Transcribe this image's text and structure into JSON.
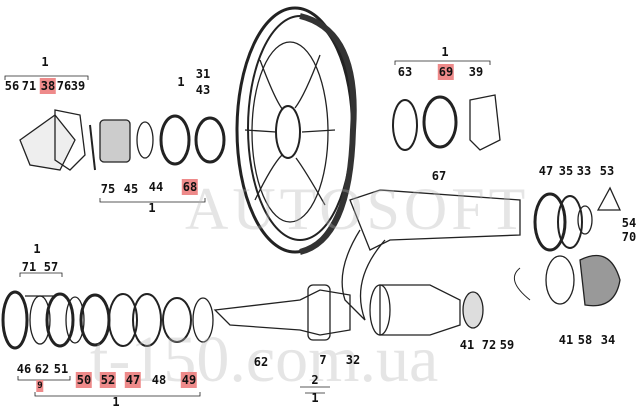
{
  "watermarks": [
    "AUTOSOFT",
    "t-150.com.ua"
  ],
  "highlight_color": "#ee8a8a",
  "labels": {
    "tl_group": "1",
    "tl_56": "56",
    "tl_71": "71",
    "tl_38": "38",
    "tl_76": "76",
    "tl_39": "39",
    "tm_group": "1",
    "tm_31": "31",
    "tm_43": "43",
    "ml_75": "75",
    "ml_45": "45",
    "ml_44": "44",
    "ml_68": "68",
    "ml_group": "1",
    "tr_group": "1",
    "tr_63": "63",
    "tr_69": "69",
    "tr_39": "39",
    "r_67": "67",
    "r_47": "47",
    "r_35": "35",
    "r_33": "33",
    "r_53": "53",
    "r_54": "54",
    "r_70": "70",
    "br_41a": "41",
    "br_72": "72",
    "br_59": "59",
    "br_41b": "41",
    "br_58": "58",
    "br_34": "34",
    "bl_group": "1",
    "bl_71": "71",
    "bl_57": "57",
    "bl_46": "46",
    "bl_62": "62",
    "bl_51": "51",
    "bl_9": "9",
    "b_50": "50",
    "b_52": "52",
    "b_47": "47",
    "b_48": "48",
    "b_49": "49",
    "b_group": "1",
    "b_62": "62",
    "b_7": "7",
    "b_32": "32",
    "b_2": "2",
    "b_1": "1"
  }
}
